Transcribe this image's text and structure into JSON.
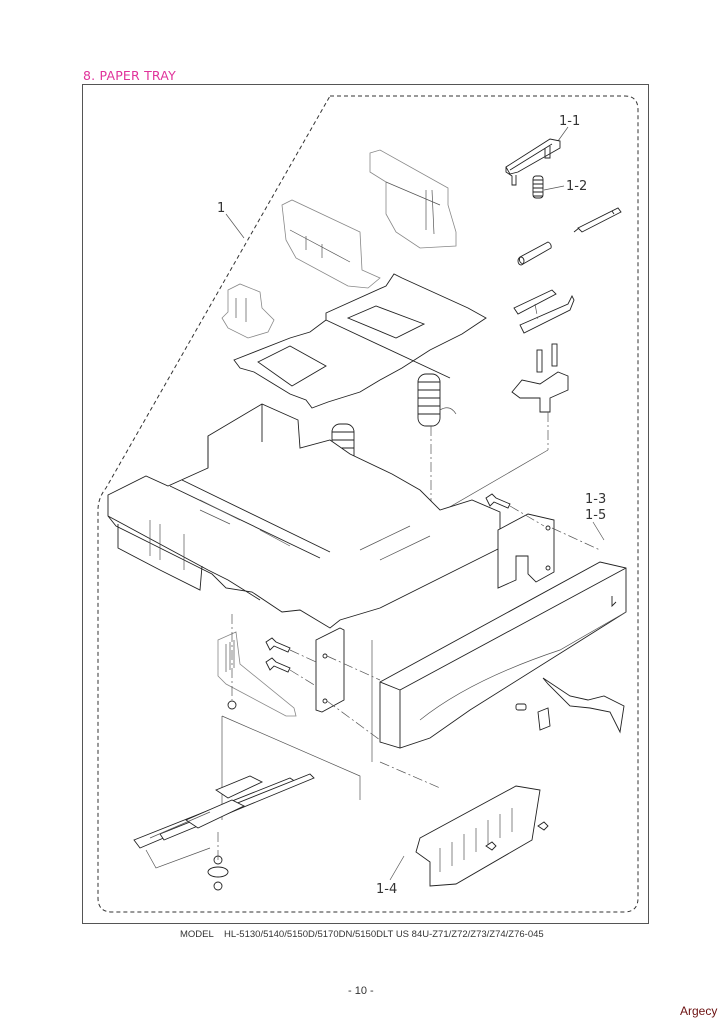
{
  "section": {
    "title": "8. PAPER TRAY",
    "title_color": "#e0339b"
  },
  "diagram": {
    "callouts": [
      {
        "id": "1",
        "label": "1"
      },
      {
        "id": "1-1",
        "label": "1-1"
      },
      {
        "id": "1-2",
        "label": "1-2"
      },
      {
        "id": "1-3",
        "label": "1-3"
      },
      {
        "id": "1-5",
        "label": "1-5"
      },
      {
        "id": "1-4",
        "label": "1-4"
      }
    ]
  },
  "footer": {
    "model_label": "MODEL",
    "model_value": "HL-5130/5140/5150D/5170DN/5150DLT US 84U-Z71/Z72/Z73/Z74/Z76-045",
    "page_number": "- 10 -",
    "watermark": "Argecy",
    "watermark_color": "#6b1010"
  }
}
